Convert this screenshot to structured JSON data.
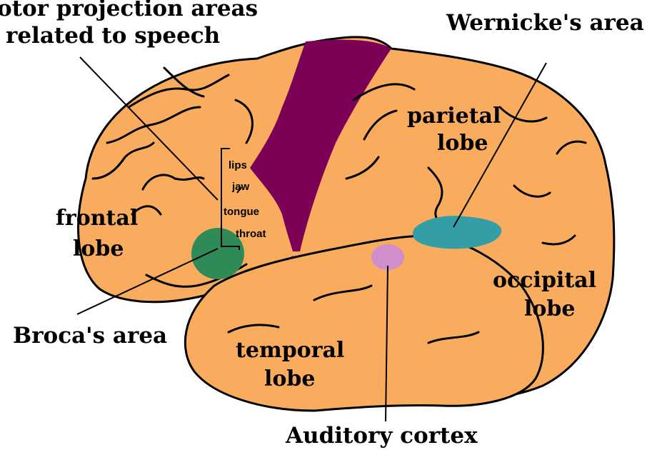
{
  "labels": {
    "motor_line1": "otor projection areas",
    "motor_line2": "related to speech",
    "wernicke": "Wernicke's area",
    "parietal_line1": "parietal",
    "parietal_line2": "lobe",
    "frontal_line1": "frontal",
    "frontal_line2": "lobe",
    "occipital_line1": "occipital",
    "occipital_line2": "lobe",
    "temporal_line1": "temporal",
    "temporal_line2": "lobe",
    "broca": "Broca's area",
    "auditory": "Auditory cortex"
  },
  "motor_parts": [
    "lips",
    "jaw",
    "tongue",
    "throat"
  ],
  "colors": {
    "brain": "#f9ac5e",
    "motor_strip": "#7d0057",
    "broca_area": "#2e8b57",
    "wernicke_area": "#339ea6",
    "auditory_area": "#cf8fcc"
  }
}
